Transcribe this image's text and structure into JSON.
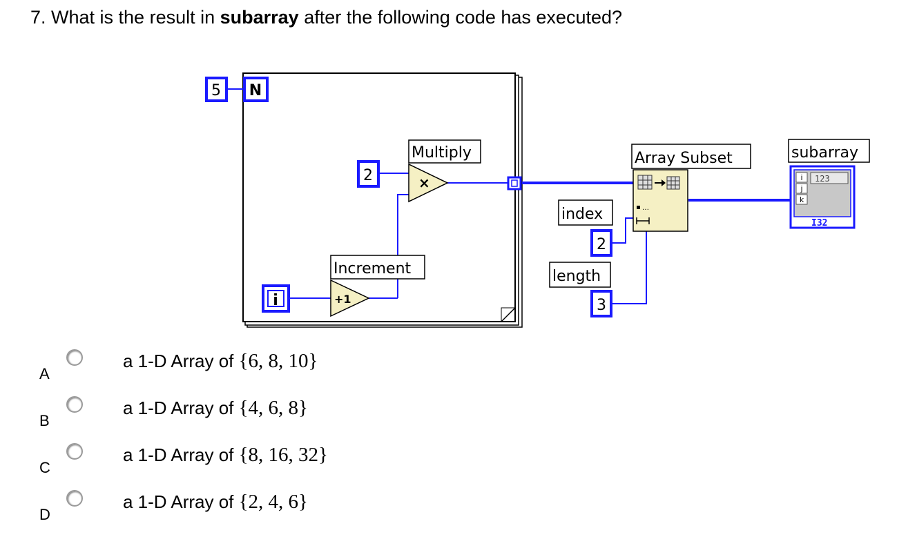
{
  "question": {
    "prefix": "7. What is the result in ",
    "bold": "subarray",
    "suffix": " after the following code has executed?"
  },
  "diagram": {
    "loop_count": "5",
    "loop_count_terminal": "N",
    "iteration_terminal": "i",
    "multiply_label": "Multiply",
    "multiply_symbol": "×",
    "constant_two": "2",
    "increment_label": "Increment",
    "increment_symbol": "+1",
    "array_subset_label": "Array Subset",
    "index_label": "index",
    "index_value": "2",
    "length_label": "length",
    "length_value": "3",
    "indicator_label": "subarray",
    "indicator_type": "I32",
    "indicator_cell": "123",
    "index_i": "i",
    "index_j": "j",
    "index_k": "k",
    "wire_color": "#1a1aff",
    "node_fill": "#f5f0c4"
  },
  "options": [
    {
      "letter": "A",
      "prefix": "a 1-D Array of ",
      "set": "{6, 8, 10}"
    },
    {
      "letter": "B",
      "prefix": "a 1-D Array of ",
      "set": "{4, 6, 8}"
    },
    {
      "letter": "C",
      "prefix": "a 1-D Array of ",
      "set": "{8, 16, 32}"
    },
    {
      "letter": "D",
      "prefix": "a 1-D Array of ",
      "set": "{2, 4, 6}"
    }
  ]
}
